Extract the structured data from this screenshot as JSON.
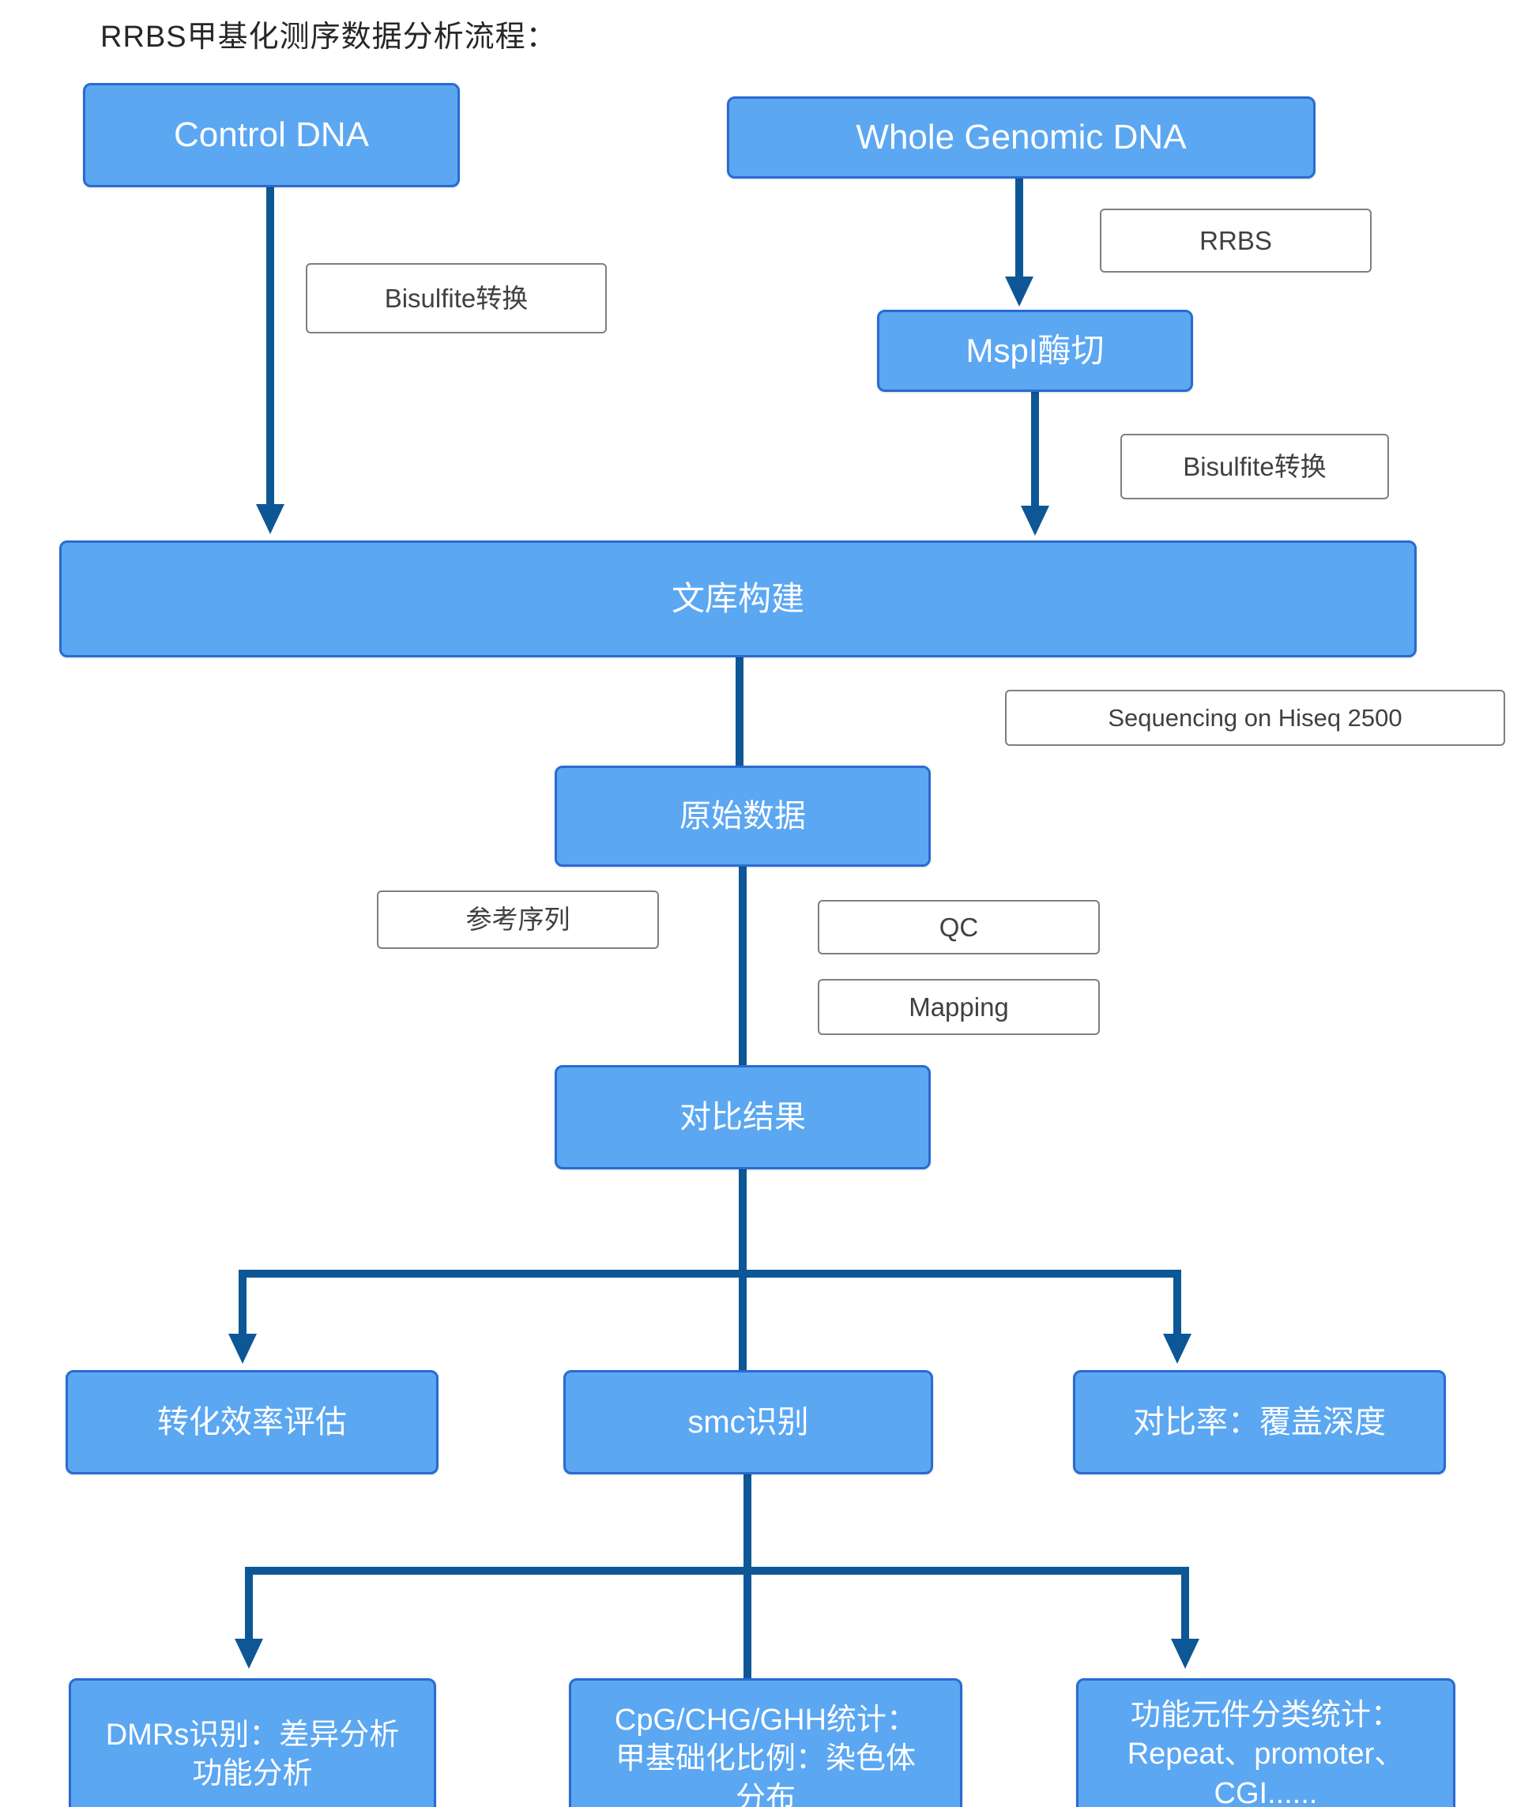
{
  "title": "RRBS甲基化测序数据分析流程：",
  "nodes": {
    "control_dna": {
      "label": "Control DNA"
    },
    "whole_genomic_dna": {
      "label": "Whole Genomic DNA"
    },
    "mspi_digestion": {
      "label": "MspI酶切"
    },
    "library_construction": {
      "label": "文库构建"
    },
    "raw_data": {
      "label": "原始数据"
    },
    "alignment_result": {
      "label": "对比结果"
    },
    "conversion_efficiency": {
      "label": "转化效率评估"
    },
    "smc_identification": {
      "label": "smc识别"
    },
    "alignment_rate_coverage": {
      "label": "对比率：覆盖深度"
    },
    "dmrs_identification": {
      "lines": [
        "DMRs识别：差异分析",
        "功能分析"
      ]
    },
    "cpg_stats": {
      "lines": [
        "CpG/CHG/GHH统计：",
        "甲基础化比例：染色体",
        "分布"
      ]
    },
    "functional_elements": {
      "lines": [
        "功能元件分类统计：",
        "Repeat、promoter、",
        "CGI......"
      ]
    }
  },
  "side_labels": {
    "bisulfite_conversion_left": "Bisulfite转换",
    "rrbs": "RRBS",
    "bisulfite_conversion_right": "Bisulfite转换",
    "sequencing": "Sequencing on Hiseq 2500",
    "reference_sequence": "参考序列",
    "qc": "QC",
    "mapping": "Mapping"
  },
  "colors": {
    "node_fill": "#5BA7F2",
    "node_border": "#2A6BD0",
    "node_text": "#FFFFFF",
    "label_border": "#7F7F7F",
    "label_text": "#404040",
    "arrow": "#0E5796",
    "title_text": "#262626"
  }
}
